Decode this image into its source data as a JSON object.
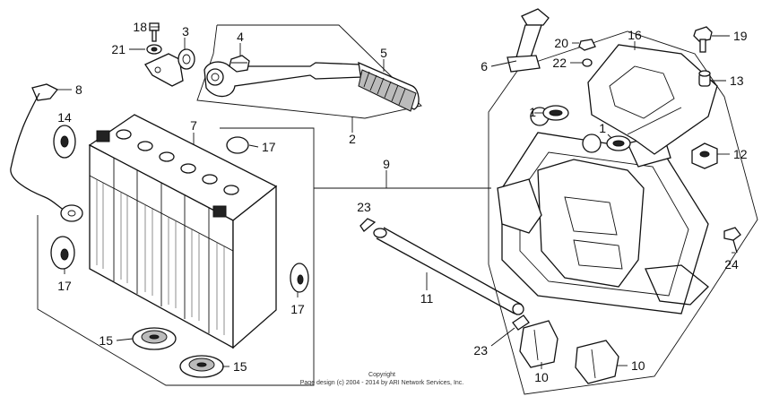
{
  "callouts": {
    "c1a": "1",
    "c1b": "1",
    "c2": "2",
    "c3": "3",
    "c4": "4",
    "c5": "5",
    "c6": "6",
    "c7": "7",
    "c8": "8",
    "c9": "9",
    "c10a": "10",
    "c10b": "10",
    "c11": "11",
    "c12": "12",
    "c13": "13",
    "c14": "14",
    "c15a": "15",
    "c15b": "15",
    "c16": "16",
    "c17a": "17",
    "c17b": "17",
    "c17c": "17",
    "c18": "18",
    "c19": "19",
    "c20": "20",
    "c21": "21",
    "c22": "22",
    "c23a": "23",
    "c23b": "23",
    "c24": "24"
  },
  "copyright": {
    "line1": "Copyright",
    "line2": "Page design (c) 2004 - 2014 by ARI Network Services, Inc."
  }
}
